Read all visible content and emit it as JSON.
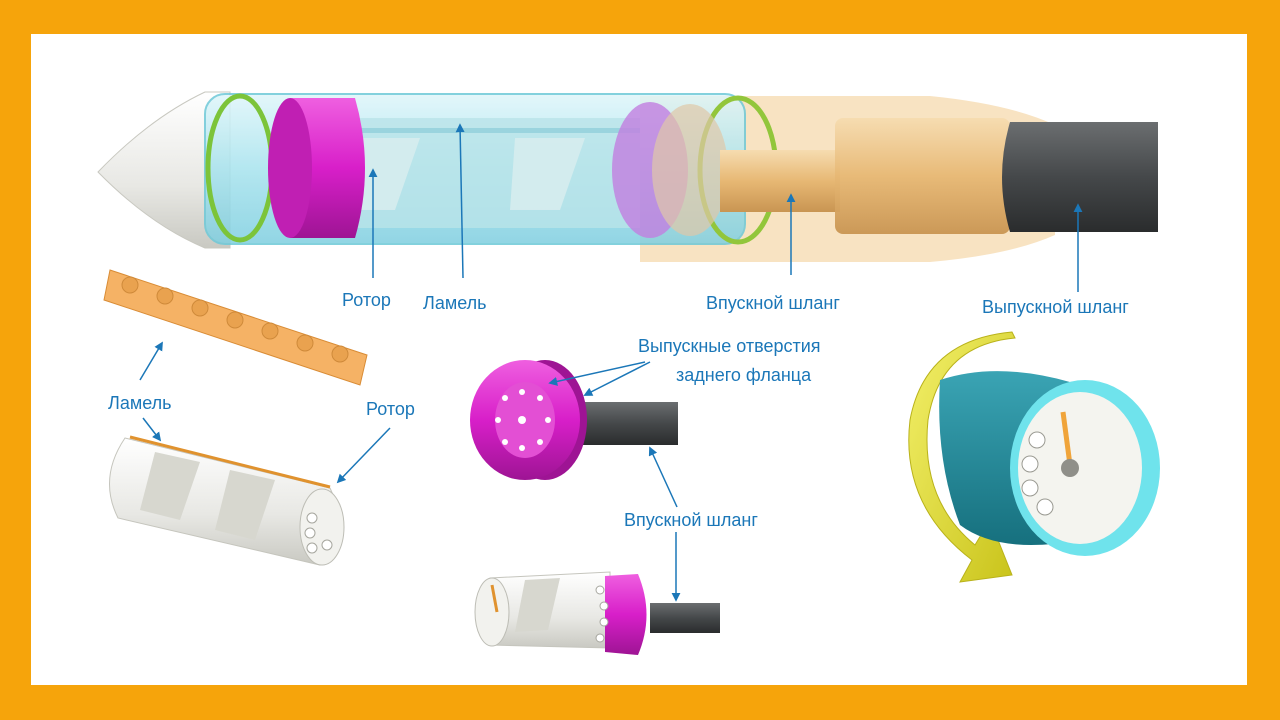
{
  "labels": {
    "rotor_top": "Ротор",
    "lamel_top": "Ламель",
    "inlet_hose_top": "Впускной шланг",
    "outlet_hose_top": "Выпускной шланг",
    "lamel_left": "Ламель",
    "rotor_left": "Ротор",
    "outlet_holes_line1": "Выпускные отверстия",
    "outlet_holes_line2": "заднего фланца",
    "inlet_hose_bottom": "Впускной шланг"
  },
  "colors": {
    "border": "#f6a40b",
    "label": "#1b77b8",
    "magenta": "#d81fc9",
    "cyan_housing": "#9fe0ea",
    "dark_hose": "#4a4d4f"
  }
}
